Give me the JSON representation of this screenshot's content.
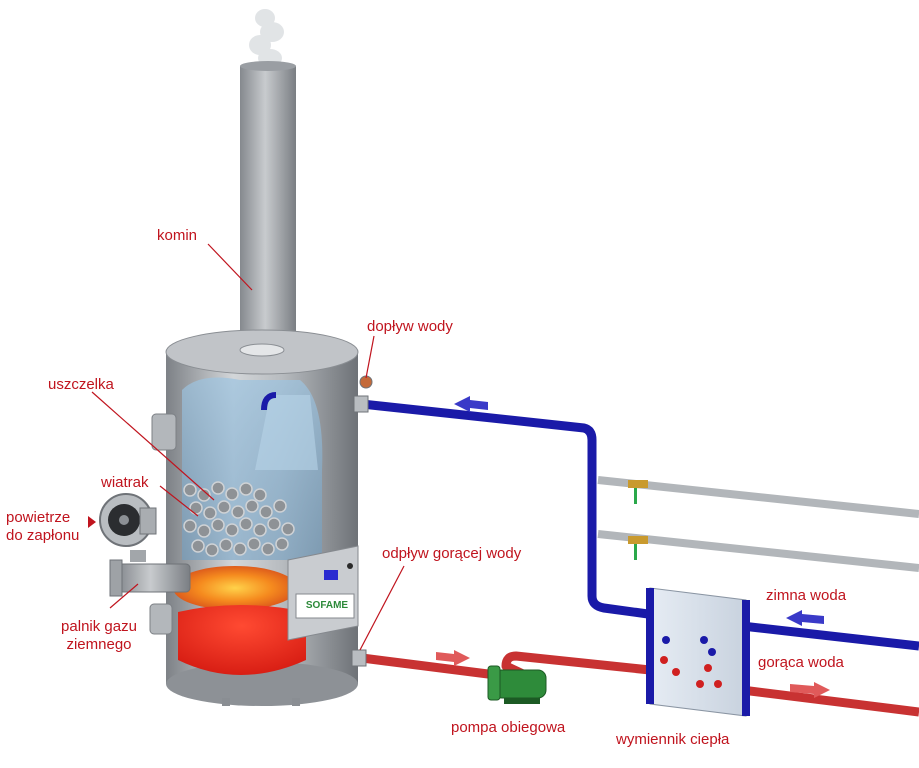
{
  "labels": {
    "komin": "komin",
    "doplyw_wody": "dopływ wody",
    "uszczelka": "uszczelka",
    "wiatrak": "wiatrak",
    "powietrze_line1": "powietrze",
    "powietrze_line2": "do zapłonu",
    "odplyw_goracej_wody": "odpływ gorącej wody",
    "palnik_line1": "palnik gazu",
    "palnik_line2": "ziemnego",
    "pompa_obiegowa": "pompa obiegowa",
    "wymiennik_ciepla": "wymiennik ciepła",
    "zimna_woda": "zimna woda",
    "goraca_woda": "gorąca woda"
  },
  "logo": {
    "brand": "SOFAME"
  },
  "colors": {
    "label_text": "#c0141e",
    "cold_pipe": "#1a1aa8",
    "hot_pipe": "#c83232",
    "steel": "#a9adb2",
    "flame": "#f07a1a",
    "water_pool": "#e8281e"
  }
}
